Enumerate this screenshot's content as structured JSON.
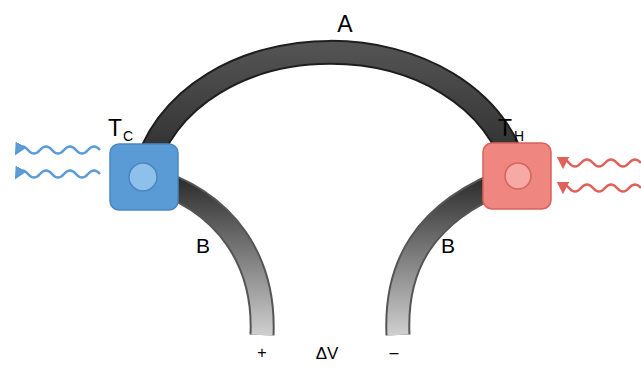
{
  "diagram": {
    "labels": [
      "A",
      "T",
      "C",
      "T",
      "H",
      "B",
      "B",
      "+",
      "ΔV",
      "–"
    ]
  }
}
